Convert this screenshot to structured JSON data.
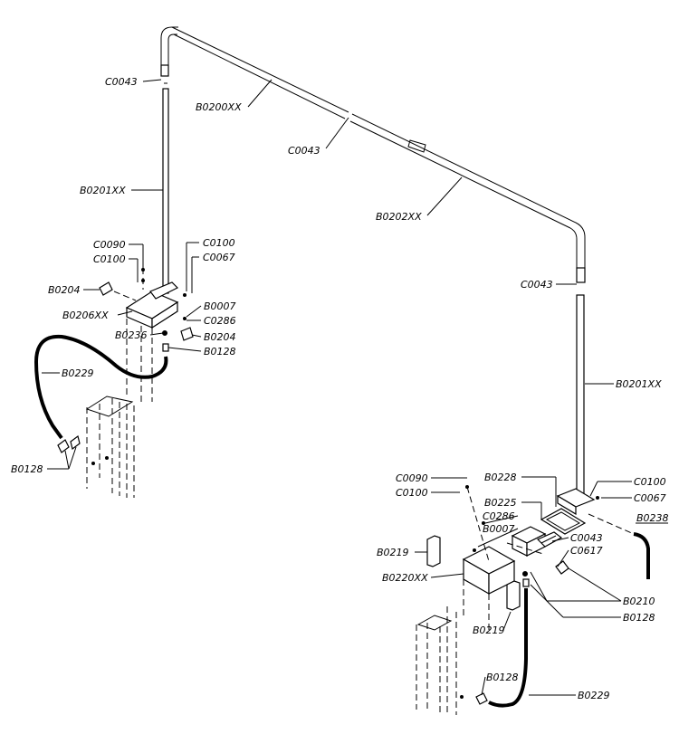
{
  "labels": {
    "c0043_top": "C0043",
    "b0200xx": "B0200XX",
    "c0043_mid": "C0043",
    "b0201xx_left": "B0201XX",
    "b0202xx": "B0202XX",
    "c0090_left": "C0090",
    "c0100_left_a": "C0100",
    "c0100_left_b": "C0100",
    "c0067_left": "C0067",
    "b0204_left": "B0204",
    "b0206xx": "B0206XX",
    "b0007_left": "B0007",
    "c0286_left": "C0286",
    "b0236": "B0236",
    "b0204_right": "B0204",
    "b0128_upper": "B0128",
    "b0229_left": "B0229",
    "b0128_left": "B0128",
    "c0043_right": "C0043",
    "b0201xx_right": "B0201XX",
    "c0090_right": "C0090",
    "c0100_right_a": "C0100",
    "b0228": "B0228",
    "c0100_right_b": "C0100",
    "b0225": "B0225",
    "c0067_right": "C0067",
    "c0286_right": "C0286",
    "b0238": "B0238",
    "b0007_right": "B0007",
    "c0043_lower": "C0043",
    "b0219_left": "B0219",
    "c0617": "C0617",
    "b0220xx": "B0220XX",
    "b0210": "B0210",
    "b0128_right": "B0128",
    "b0219_bottom": "B0219",
    "b0128_bottom": "B0128",
    "b0229_right": "B0229"
  }
}
